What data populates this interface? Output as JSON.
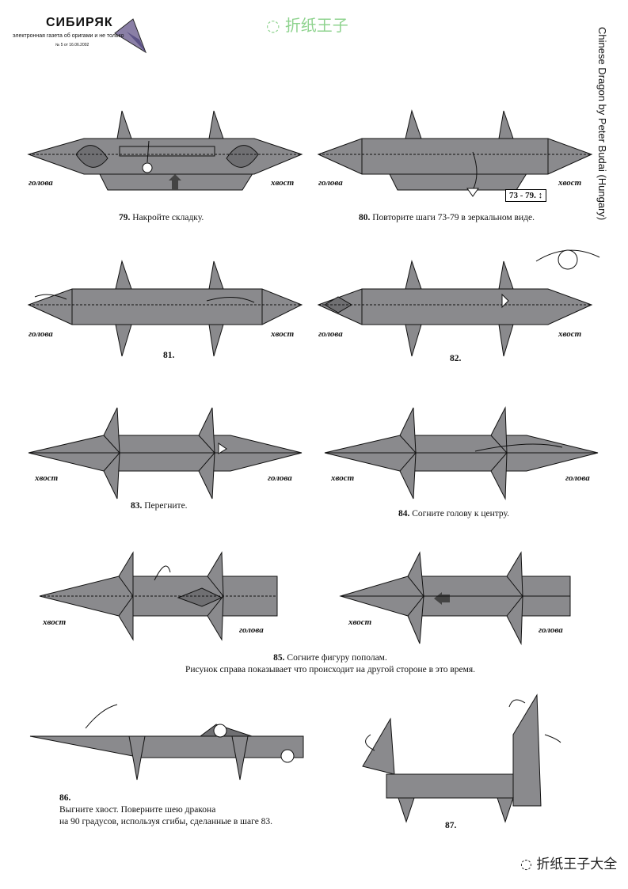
{
  "header": {
    "logo_title": "СИБИРЯК",
    "logo_subtitle": "электронная газета об оригами и не только",
    "logo_issue": "№ 5 от 16.06.2002",
    "watermark_top": "折纸王子",
    "credit": "Chinese Dragon by Peter Budai (Hungary)"
  },
  "labels": {
    "head": "голова",
    "tail": "хвост"
  },
  "steps": {
    "s79": {
      "num": "79.",
      "text": "Накройте складку."
    },
    "s80": {
      "num": "80.",
      "text": "Повторите шаги 73-79 в зеркальном виде.",
      "ref": "73 - 79. ↕"
    },
    "s81": {
      "num": "81."
    },
    "s82": {
      "num": "82."
    },
    "s83": {
      "num": "83.",
      "text": "Перегните."
    },
    "s84": {
      "num": "84.",
      "text": "Согните голову к центру."
    },
    "s85": {
      "num": "85.",
      "text": "Согните фигуру пополам.",
      "text2": "Рисунок справа показывает что происходит на другой стороне в это время."
    },
    "s86": {
      "num": "86.",
      "text": "Выгните хвост. Поверните шею дракона",
      "text2": "на 90 градусов, используя сгибы, сделанные в шаге 83."
    },
    "s87": {
      "num": "87."
    }
  },
  "footer": {
    "watermark_bottom": "折纸王子大全"
  },
  "colors": {
    "paper": "#8a8a8d",
    "paper_dark": "#6f6f72",
    "line": "#111111",
    "watermark": "#8fd38f"
  }
}
